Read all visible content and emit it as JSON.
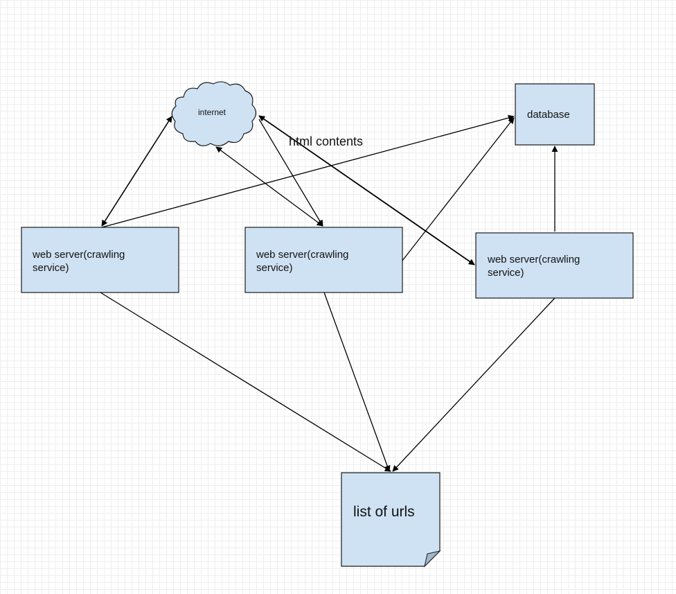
{
  "colors": {
    "node_fill": "#cfe2f3",
    "node_stroke": "#1a1a1a",
    "arrow": "#000000"
  },
  "nodes": {
    "internet": "internet",
    "database": "database",
    "server1": "web server(crawling\nservice)",
    "server2": "web server(crawling\nservice)",
    "server3": "web server(crawling\nservice)",
    "urls": "list of urls"
  },
  "edge_labels": {
    "html_contents": "html contents"
  }
}
